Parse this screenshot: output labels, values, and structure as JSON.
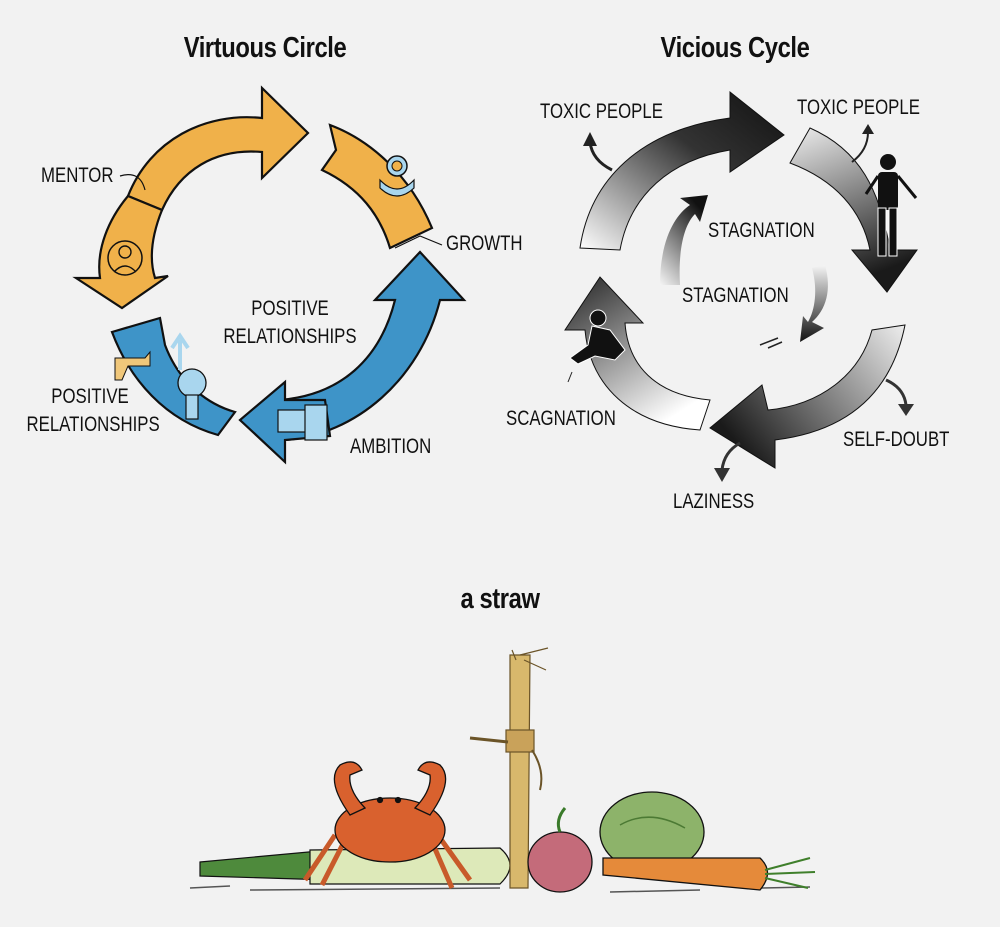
{
  "virtuous": {
    "title": "Virtuous Circle",
    "colors": {
      "orange": "#f0b14a",
      "blue": "#3e94c8",
      "icon": "#a9d6ee"
    },
    "labels": {
      "mentor": "MENTOR",
      "growth": "GROWTH",
      "center_line1": "POSITIVE",
      "center_line2": "RELATIONSHIPS",
      "left_line1": "POSITIVE",
      "left_line2": "RELATIONSHIPS",
      "ambition": "AMBITION"
    }
  },
  "vicious": {
    "title": "Vicious Cycle",
    "labels": {
      "toxic_left": "TOXIC PEOPLE",
      "toxic_right": "TOXIC PEOPLE",
      "inner_top": "STAGNATION",
      "inner_bottom": "STAGNATION",
      "stagnation_left": "SCAGNATION",
      "self_doubt": "SELF-DOUBT",
      "laziness": "LAZINESS"
    }
  },
  "straw": {
    "title": "a straw",
    "items": [
      "crab",
      "leek",
      "straw bundle",
      "onion",
      "cabbage",
      "carrot"
    ]
  }
}
